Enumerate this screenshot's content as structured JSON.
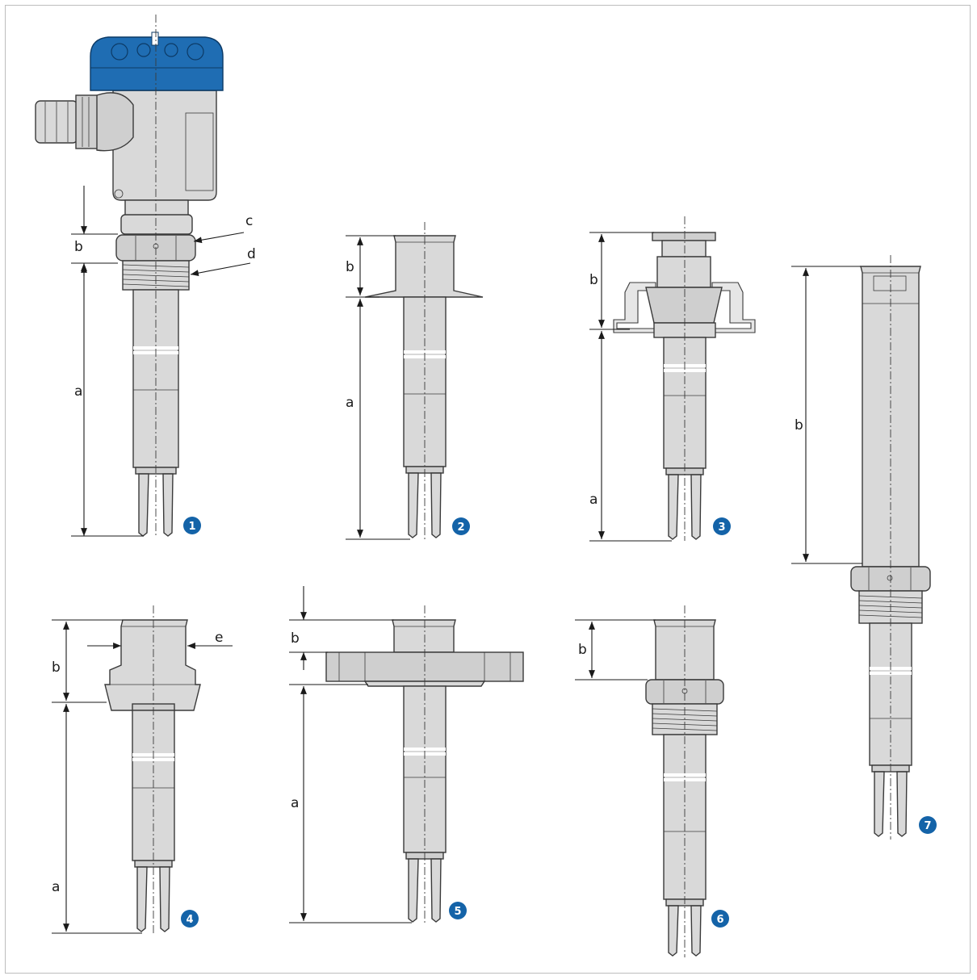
{
  "colors": {
    "housing_cap": "#1f6db3",
    "metal": "#d9d9d9",
    "badge": "#1463a8",
    "line": "#1a1a1a"
  },
  "variants": [
    {
      "number": "1",
      "labels": {
        "a": "a",
        "b": "b",
        "c": "c",
        "d": "d"
      }
    },
    {
      "number": "2",
      "labels": {
        "a": "a",
        "b": "b"
      }
    },
    {
      "number": "3",
      "labels": {
        "a": "a",
        "b": "b"
      }
    },
    {
      "number": "4",
      "labels": {
        "a": "a",
        "b": "b",
        "e": "e"
      }
    },
    {
      "number": "5",
      "labels": {
        "a": "a",
        "b": "b"
      }
    },
    {
      "number": "6",
      "labels": {
        "b": "b"
      }
    },
    {
      "number": "7",
      "labels": {
        "b": "b"
      }
    }
  ]
}
